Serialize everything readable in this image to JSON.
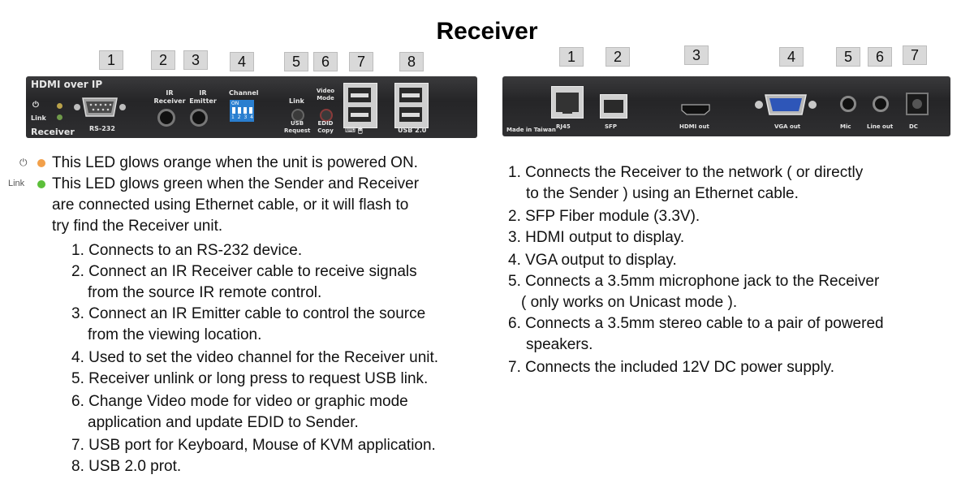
{
  "title": "Receiver",
  "left_panel": {
    "brand": "HDMI over IP",
    "model": "Receiver",
    "callouts": [
      "1",
      "2",
      "3",
      "4",
      "5",
      "6",
      "7",
      "8"
    ],
    "labels": {
      "link": "Link",
      "rs232": "RS-232",
      "ir_receiver": "IR Receiver",
      "ir_emitter": "IR Emitter",
      "channel": "Channel",
      "on": "ON",
      "dip_numbers": "1 2 3 4",
      "link_btn": "Link",
      "usb_request": "USB Request",
      "video_mode": "Video Mode",
      "edid_copy": "EDID Copy",
      "usb20": "USB 2.0"
    }
  },
  "right_panel": {
    "callouts": [
      "1",
      "2",
      "3",
      "4",
      "5",
      "6",
      "7"
    ],
    "labels": {
      "made_in": "Made in Taiwan",
      "rj45": "RJ45",
      "sfp": "SFP",
      "hdmi_out": "HDMI out",
      "vga_out": "VGA out",
      "mic": "Mic",
      "line_out": "Line out",
      "dc": "DC"
    }
  },
  "leds": {
    "power_color": "#f2a04a",
    "link_color": "#5cbf3a",
    "link_label": "Link",
    "power_text": "This LED glows orange when the unit is powered ON.",
    "link_text": [
      "This LED glows green when the Sender and Receiver",
      "are connected using Ethernet cable, or it will flash to",
      "try find the Receiver unit."
    ]
  },
  "left_list": [
    [
      "1. Connects to an RS-232 device."
    ],
    [
      "2. Connect an IR Receiver cable to receive signals",
      "from the source IR remote control."
    ],
    [
      "3. Connect an IR Emitter cable to control the source",
      "from the viewing location."
    ],
    [
      "4. Used to set the video channel for the Receiver unit."
    ],
    [
      "5. Receiver unlink or long press to request USB link."
    ],
    [
      "6. Change Video mode for video or graphic mode",
      "application and update EDID to Sender."
    ],
    [
      "7. USB port for Keyboard, Mouse of KVM application."
    ],
    [
      "8. USB 2.0 prot."
    ]
  ],
  "right_list": [
    [
      "1. Connects the Receiver to the network ( or directly",
      "to the Sender ) using an Ethernet cable."
    ],
    [
      "2. SFP Fiber module (3.3V)."
    ],
    [
      "3. HDMI output to display."
    ],
    [
      "4. VGA output to display."
    ],
    [
      "5. Connects a 3.5mm microphone jack to the Receiver",
      "( only works on Unicast mode )."
    ],
    [
      "6. Connects a 3.5mm stereo cable to a pair of powered",
      "speakers."
    ],
    [
      "7. Connects the included 12V DC power supply."
    ]
  ]
}
